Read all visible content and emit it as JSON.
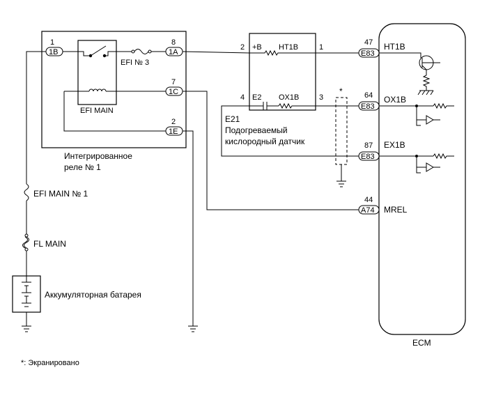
{
  "relay": {
    "pin_left": "1",
    "conn_left": "1B",
    "pin_top": "8",
    "conn_top": "1A",
    "pin_mid": "7",
    "conn_mid": "1C",
    "pin_bottom": "2",
    "conn_bottom": "1E",
    "fuse_label": "EFI № 3",
    "coil_label": "EFI MAIN",
    "name_line1": "Интегрированное",
    "name_line2": "реле № 1"
  },
  "sensor": {
    "pin_b": "2",
    "label_b": "+B",
    "label_ht": "HT1B",
    "pin_ht": "1",
    "pin_e2": "4",
    "label_e2": "E2",
    "label_ox": "OX1B",
    "pin_ox": "3",
    "code": "E21",
    "name_line1": "Подогреваемый",
    "name_line2": "кислородный датчик"
  },
  "shield_marker": "*",
  "ecm": {
    "name": "ECM",
    "terminals": [
      {
        "pin": "47",
        "conn": "E83",
        "label": "HT1B"
      },
      {
        "pin": "64",
        "conn": "E83",
        "label": "OX1B"
      },
      {
        "pin": "87",
        "conn": "E83",
        "label": "EX1B"
      },
      {
        "pin": "44",
        "conn": "A74",
        "label": "MREL"
      }
    ]
  },
  "fuses": {
    "efi_main_1": "EFI MAIN № 1",
    "fl_main": "FL MAIN"
  },
  "battery_label": "Аккумуляторная батарея",
  "footnote": "*: Экранировано"
}
